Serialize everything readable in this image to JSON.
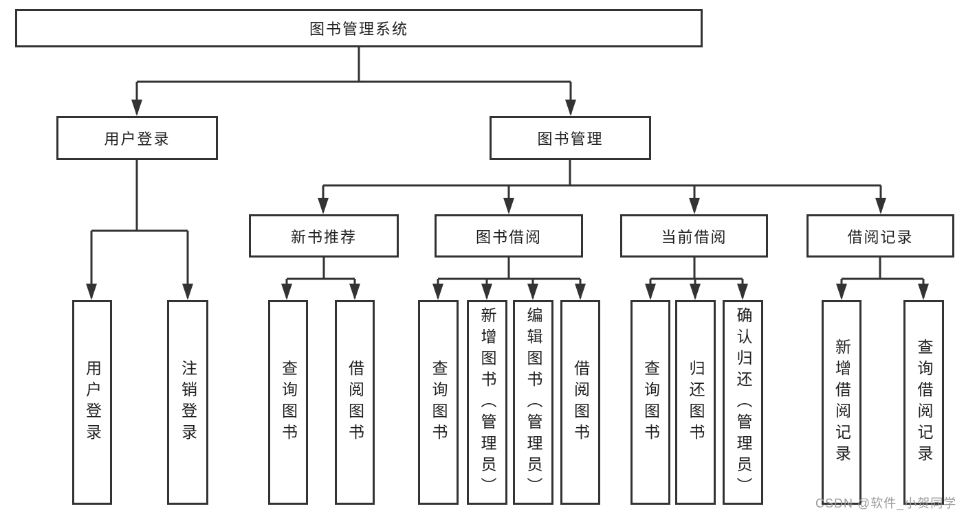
{
  "title": {
    "label": "图书管理系统"
  },
  "level2": [
    {
      "label": "用户登录"
    },
    {
      "label": "图书管理"
    }
  ],
  "level3": [
    {
      "label": "新书推荐"
    },
    {
      "label": "图书借阅"
    },
    {
      "label": "当前借阅"
    },
    {
      "label": "借阅记录"
    }
  ],
  "leaves": {
    "login": [
      {
        "label": "用户登录"
      },
      {
        "label": "注销登录"
      }
    ],
    "recommend": [
      {
        "label": "查询图书"
      },
      {
        "label": "借阅图书"
      }
    ],
    "borrow": [
      {
        "label": "查询图书"
      },
      {
        "label": "新增图书（管理员）"
      },
      {
        "label": "编辑图书（管理员）"
      },
      {
        "label": "借阅图书"
      }
    ],
    "current": [
      {
        "label": "查询图书"
      },
      {
        "label": "归还图书"
      },
      {
        "label": "确认归还（管理员）"
      }
    ],
    "records": [
      {
        "label": "新增借阅记录"
      },
      {
        "label": "查询借阅记录"
      }
    ]
  },
  "watermark": {
    "text": "CSDN @软件_小贺同学"
  },
  "colors": {
    "line": "#333333",
    "background": "#ffffff",
    "text": "#1f1f1f",
    "watermark": "#9b9b9b"
  }
}
